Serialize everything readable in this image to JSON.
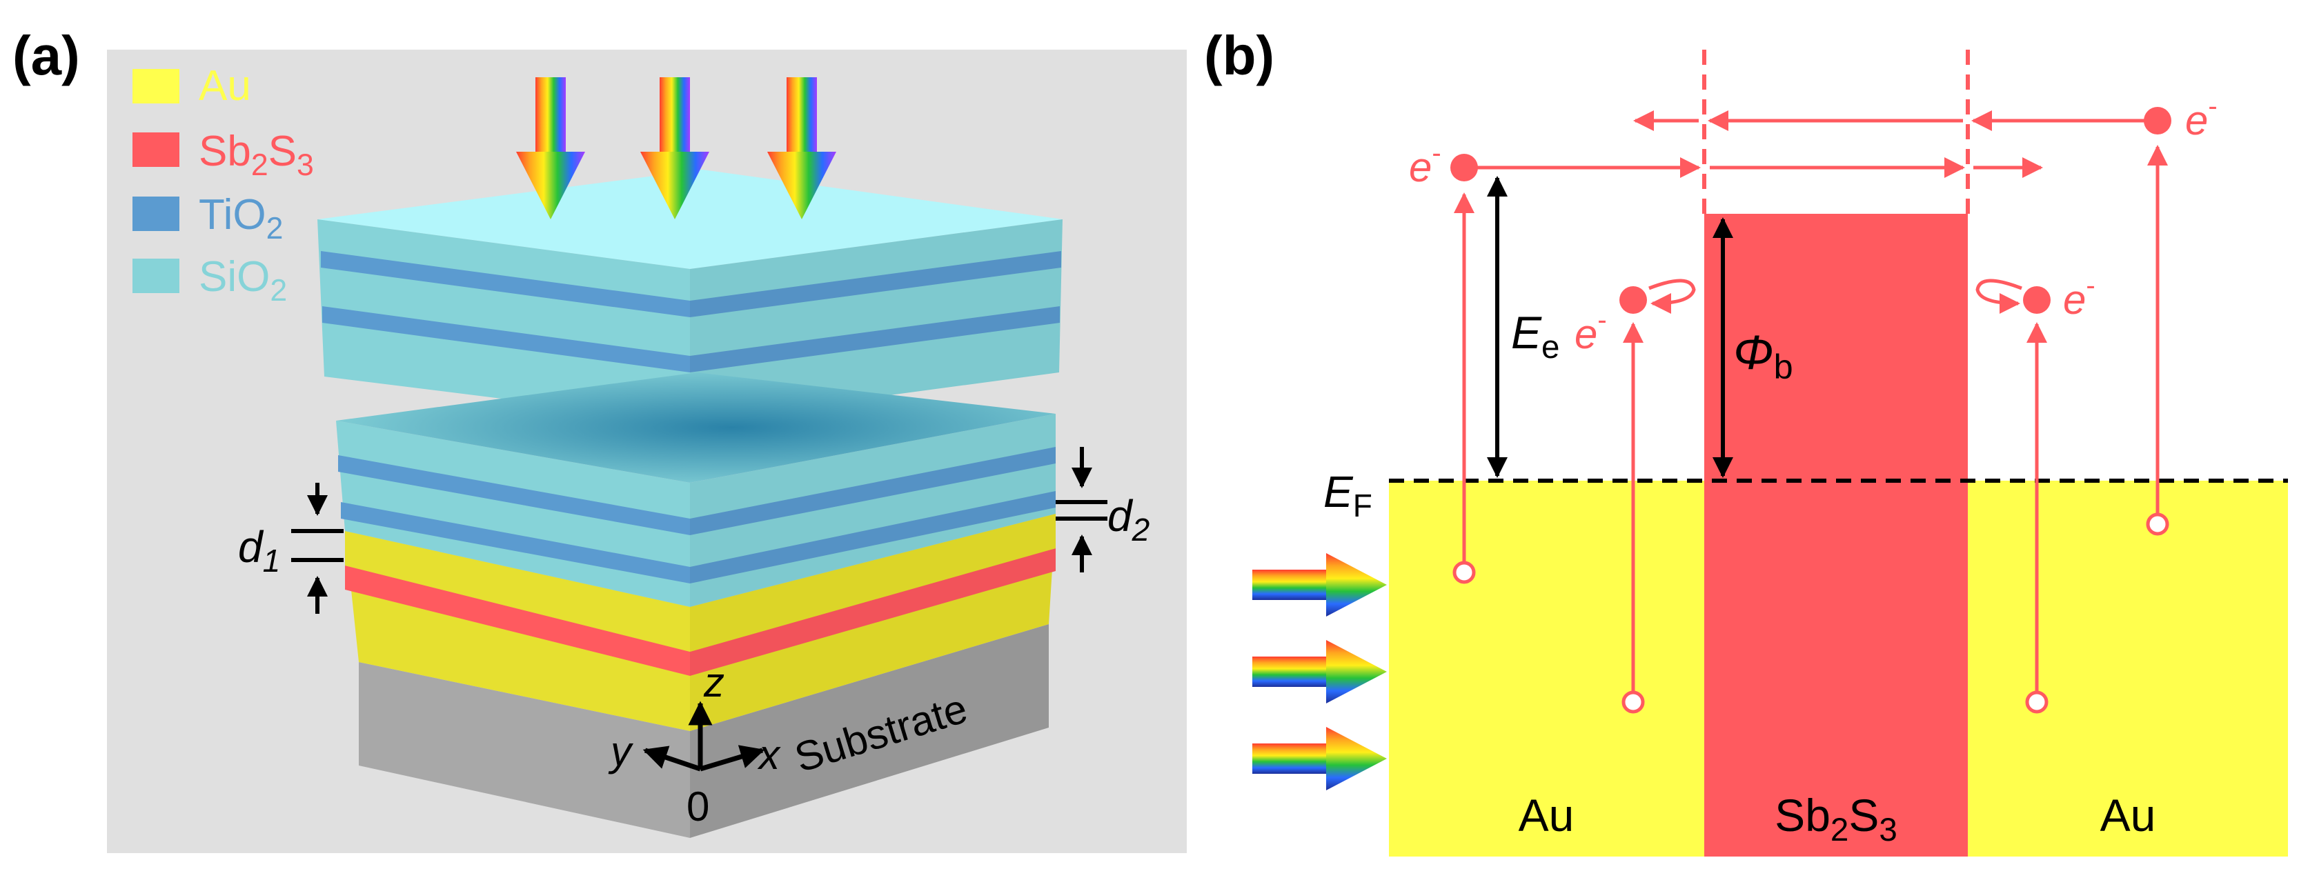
{
  "panel_a": {
    "label": "(a)",
    "legend": [
      {
        "key": "au",
        "name": "Au",
        "color": "#ffff4d"
      },
      {
        "key": "sb2s3",
        "base": "Sb",
        "s1": "2",
        "mid": "S",
        "s2": "3",
        "color": "#ff5a5f"
      },
      {
        "key": "tio2",
        "base": "TiO",
        "s1": "2",
        "color": "#5b9bd0"
      },
      {
        "key": "sio2",
        "base": "SiO",
        "s1": "2",
        "color": "#86d3d8"
      }
    ],
    "d1": {
      "base": "d",
      "sub": "1"
    },
    "d2": {
      "base": "d",
      "sub": "2"
    },
    "axis_z": "z",
    "axis_y": "y",
    "axis_x": "x",
    "origin": "0",
    "substrate": "Substrate"
  },
  "panel_b": {
    "label": "(b)",
    "electron": {
      "base": "e",
      "sup": "-"
    },
    "energy_e": {
      "base": "E",
      "sub": "e"
    },
    "barrier": {
      "base": "Φ",
      "sub": "b"
    },
    "fermi": {
      "base": "E",
      "sub": "F"
    },
    "region_left": "Au",
    "region_mid": {
      "base": "Sb",
      "s1": "2",
      "mid": "S",
      "s2": "3"
    },
    "region_right": "Au"
  },
  "colors": {
    "background_a": "#e0e0e0",
    "au": "#ffff4d",
    "au_3d": "#e6e030",
    "sb2s3": "#ff5a5f",
    "tio2": "#5b9bd0",
    "sio2": "#86d3d8",
    "substrate": "#a0a0a0",
    "electron_path": "#ff5a5f",
    "barrier_arrow": "#000000"
  }
}
